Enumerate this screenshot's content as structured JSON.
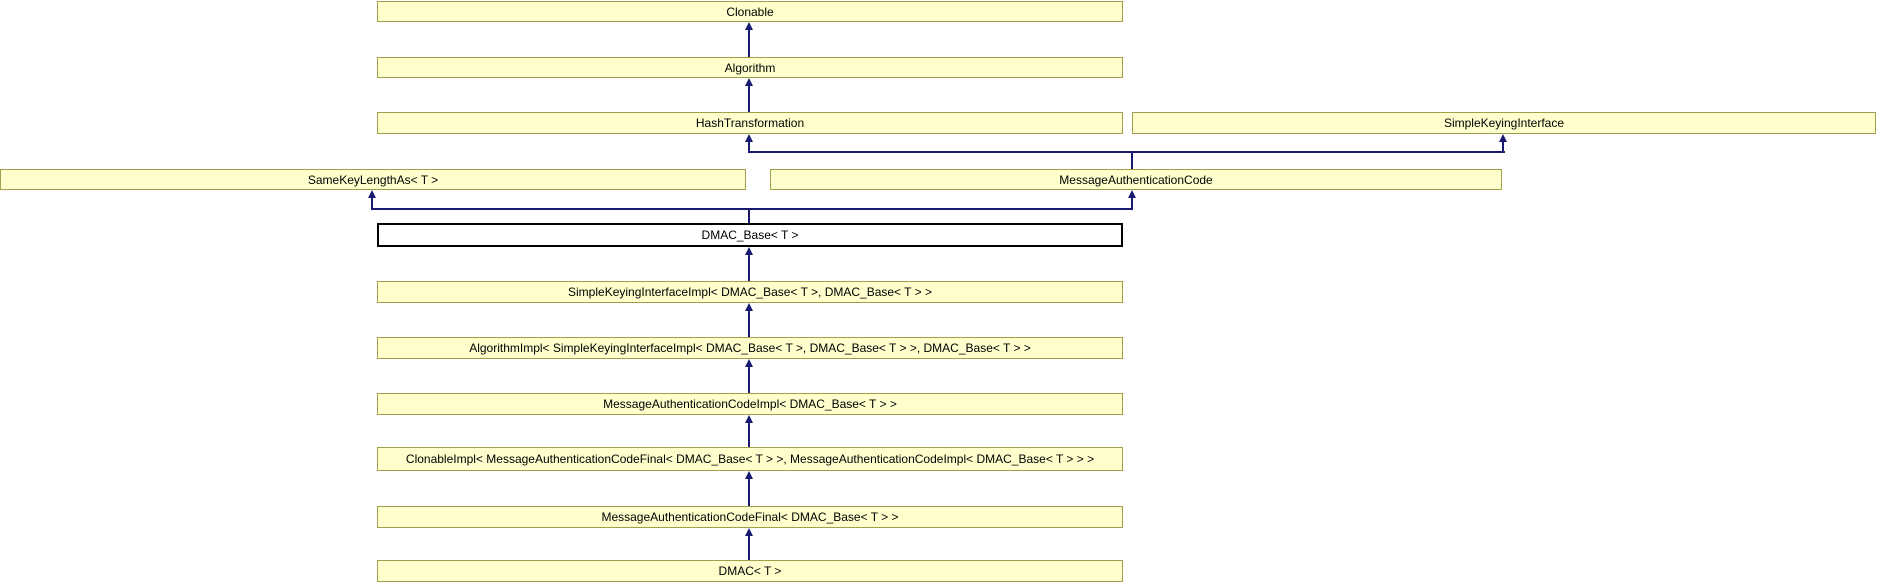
{
  "diagram": {
    "type": "class-inheritance-diagram",
    "highlighted_node": "DMAC_Base< T >",
    "colors": {
      "node_fill": "#FFFFCE",
      "node_border": "#A0A04B",
      "highlight_node_fill": "#FFFFFF",
      "highlight_node_border": "#000000",
      "edge": "#191970",
      "text": "#000000",
      "background": "#FFFFFF"
    },
    "nodes": [
      {
        "id": "clonable",
        "label": "Clonable"
      },
      {
        "id": "algorithm",
        "label": "Algorithm"
      },
      {
        "id": "hash-transformation",
        "label": "HashTransformation"
      },
      {
        "id": "simple-keying-interface",
        "label": "SimpleKeyingInterface"
      },
      {
        "id": "same-key-length-as",
        "label": "SameKeyLengthAs< T >"
      },
      {
        "id": "message-authentication-code",
        "label": "MessageAuthenticationCode"
      },
      {
        "id": "dmac-base",
        "label": "DMAC_Base< T >"
      },
      {
        "id": "simple-keying-interface-impl",
        "label": "SimpleKeyingInterfaceImpl< DMAC_Base< T >, DMAC_Base< T > >"
      },
      {
        "id": "algorithm-impl",
        "label": "AlgorithmImpl< SimpleKeyingInterfaceImpl< DMAC_Base< T >, DMAC_Base< T > >, DMAC_Base< T > >"
      },
      {
        "id": "message-authentication-code-impl",
        "label": "MessageAuthenticationCodeImpl< DMAC_Base< T > >"
      },
      {
        "id": "clonable-impl",
        "label": "ClonableImpl< MessageAuthenticationCodeFinal< DMAC_Base< T > >, MessageAuthenticationCodeImpl< DMAC_Base< T > > >"
      },
      {
        "id": "message-authentication-code-final",
        "label": "MessageAuthenticationCodeFinal< DMAC_Base< T > >"
      },
      {
        "id": "dmac",
        "label": "DMAC< T >"
      }
    ],
    "edges": [
      {
        "from": "Algorithm",
        "to": "Clonable"
      },
      {
        "from": "HashTransformation",
        "to": "Algorithm"
      },
      {
        "from": "MessageAuthenticationCode",
        "to": "HashTransformation"
      },
      {
        "from": "MessageAuthenticationCode",
        "to": "SimpleKeyingInterface"
      },
      {
        "from": "DMAC_Base< T >",
        "to": "SameKeyLengthAs< T >"
      },
      {
        "from": "DMAC_Base< T >",
        "to": "MessageAuthenticationCode"
      },
      {
        "from": "SimpleKeyingInterfaceImpl< DMAC_Base< T >, DMAC_Base< T > >",
        "to": "DMAC_Base< T >"
      },
      {
        "from": "AlgorithmImpl< SimpleKeyingInterfaceImpl< DMAC_Base< T >, DMAC_Base< T > >, DMAC_Base< T > >",
        "to": "SimpleKeyingInterfaceImpl< DMAC_Base< T >, DMAC_Base< T > >"
      },
      {
        "from": "MessageAuthenticationCodeImpl< DMAC_Base< T > >",
        "to": "AlgorithmImpl< SimpleKeyingInterfaceImpl< DMAC_Base< T >, DMAC_Base< T > >, DMAC_Base< T > >"
      },
      {
        "from": "ClonableImpl< MessageAuthenticationCodeFinal< DMAC_Base< T > >, MessageAuthenticationCodeImpl< DMAC_Base< T > > >",
        "to": "MessageAuthenticationCodeImpl< DMAC_Base< T > >"
      },
      {
        "from": "MessageAuthenticationCodeFinal< DMAC_Base< T > >",
        "to": "ClonableImpl< MessageAuthenticationCodeFinal< DMAC_Base< T > >, MessageAuthenticationCodeImpl< DMAC_Base< T > > >"
      },
      {
        "from": "DMAC< T >",
        "to": "MessageAuthenticationCodeFinal< DMAC_Base< T > >"
      }
    ]
  }
}
